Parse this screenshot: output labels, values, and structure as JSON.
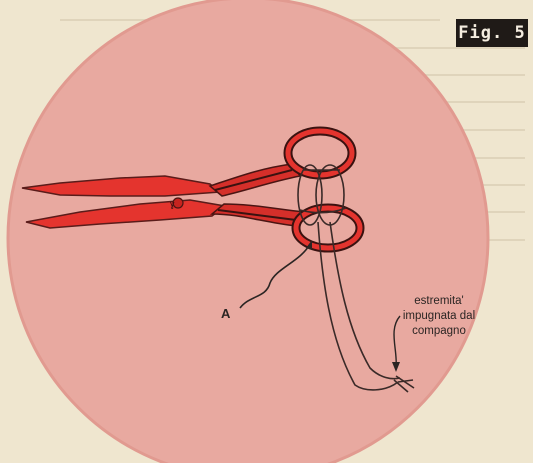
{
  "figure": {
    "badge": "Fig. 5",
    "label_a": "A",
    "annotation_lines": [
      "estremita'",
      "impugnata dal",
      "compagno"
    ]
  },
  "colors": {
    "background": "#efe6cf",
    "circle": "#e8a9a0",
    "scissors": "#e4342e",
    "ink": "#2b2523"
  },
  "icons": [
    "scissors-icon",
    "string-loop-icon"
  ]
}
